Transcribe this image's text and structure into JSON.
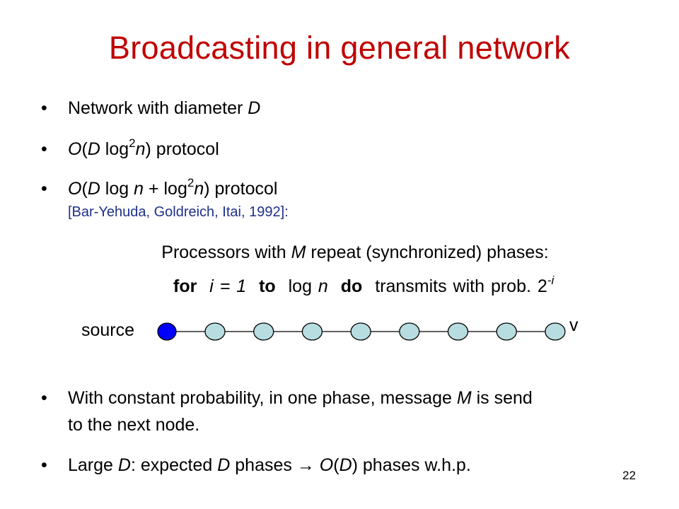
{
  "slide": {
    "title": "Broadcasting in general network",
    "page_number": "22",
    "bullet_char": "•",
    "bullets": {
      "b1": {
        "text": "Network with diameter ",
        "D": "D"
      },
      "b2": {
        "o": "O",
        "open": "(",
        "D": "D",
        "log": " log",
        "sup": "2",
        "n": "n",
        "close": ") protocol"
      },
      "b3": {
        "o": "O",
        "open": "(",
        "D": "D",
        "log": " log ",
        "n": "n",
        "plus": " + log",
        "sup": "2",
        "n2": "n",
        "close": ") protocol"
      },
      "citation": "[Bar-Yehuda, Goldreich, Itai, 1992]:",
      "b4": {
        "line1_a": "With constant probability, in one phase, message ",
        "M": "M",
        "line1_b": " is send",
        "line2": "to the next node."
      },
      "b5": {
        "large": "Large ",
        "D": "D",
        "mid": ": expected ",
        "D2": "D",
        "phases": " phases → ",
        "o": "O",
        "open": "(",
        "D3": "D",
        "close": ") phases w.h.p."
      }
    },
    "processors": {
      "pre": "Processors with ",
      "M": "M",
      "post": " repeat (synchronized) phases:"
    },
    "loop": {
      "for": "for",
      "i_expr": "i = 1",
      "to": "to",
      "log": "log ",
      "n": "n",
      "do": "do",
      "rest": "transmits with prob. ",
      "base": "2",
      "exp": "-i"
    },
    "diagram": {
      "source_label": "source",
      "end_label": "v",
      "source_color": "#0000ff",
      "node_color": "#b8dde1",
      "node_count": 8
    }
  }
}
